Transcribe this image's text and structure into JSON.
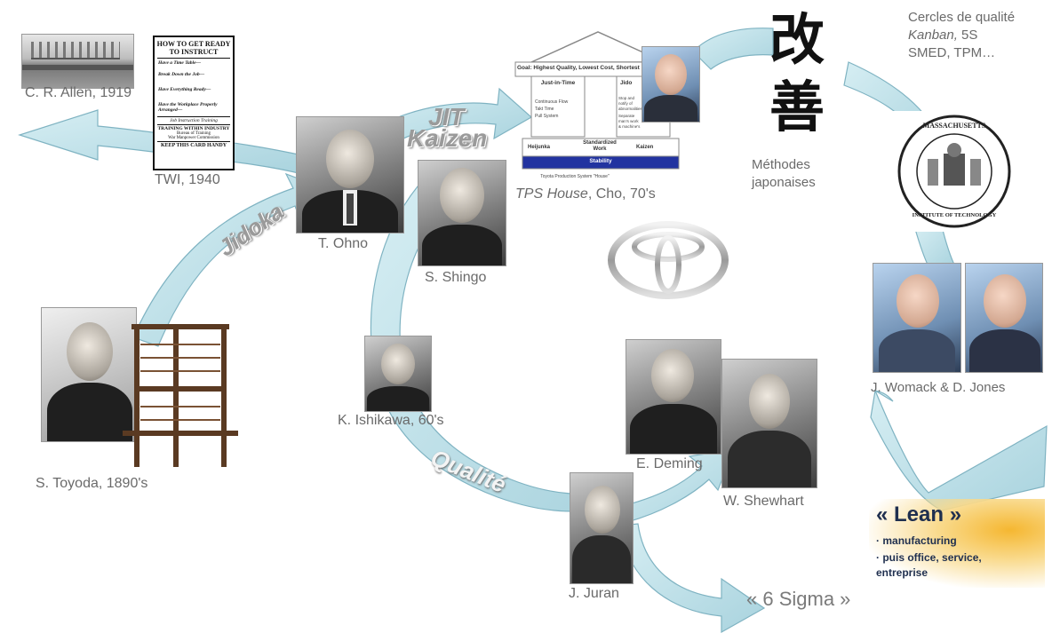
{
  "labels": {
    "allen": "C. R. Allen, 1919",
    "twi": "TWI, 1940",
    "ohno": "T. Ohno",
    "shingo": "S. Shingo",
    "toyoda": "S. Toyoda, 1890's",
    "ishikawa": "K. Ishikawa, 60's",
    "deming": "E. Deming",
    "shewhart": "W. Shewhart",
    "juran": "J. Juran",
    "womack_jones": "J. Womack & D. Jones",
    "tps_house_italic": "TPS House",
    "tps_house_rest": ", Cho, 70's",
    "methodes": "Méthodes japonaises",
    "six_sigma": "« 6 Sigma »"
  },
  "arrow_labels": {
    "jit": "JIT",
    "kaizen": "Kaizen",
    "jidoka": "Jidoka",
    "qualite": "Qualité"
  },
  "cercles": {
    "line1": "Cercles de qualité",
    "line2_italic": "Kanban,",
    "line2_rest": " 5S",
    "line3": "SMED, TPM…"
  },
  "kaizen_kanji": {
    "kai": "改",
    "zen": "善"
  },
  "lean": {
    "title": "« Lean »",
    "items": [
      "manufacturing",
      "puis office, service, entreprise"
    ]
  },
  "twi_card": {
    "title1": "HOW TO GET READY",
    "title2": "TO INSTRUCT",
    "items": [
      "Have a Time Table—",
      "Break Down the Job—",
      "Have Everything Ready—",
      "Have the Workplace Properly Arranged—"
    ],
    "footer1": "Job Instruction Training",
    "footer2": "TRAINING WITHIN INDUSTRY",
    "footer3": "Bureau of Training",
    "footer4": "War Manpower Commission",
    "footer5": "KEEP THIS CARD HANDY"
  },
  "tps": {
    "goal": "Goal: Highest Quality, Lowest Cost, Shortest",
    "jit": "Just-in-Time",
    "jidoka": "Jido",
    "jit_items": [
      "Continuous Flow",
      "Takt Time",
      "Pull System"
    ],
    "jidoka_items": [
      "Stop and notify of abnormalities",
      "Separate man's work & machine's work"
    ],
    "heijunka": "Heijunka",
    "standardized": "Standardized Work",
    "kaizen": "Kaizen",
    "stability": "Stability",
    "caption": "Toyota Production System \"House\""
  },
  "mit_seal": {
    "top": "MASSACHUSETTS",
    "bottom": "INSTITUTE OF TECHNOLOGY"
  },
  "colors": {
    "arrow_fill": "#bfe0e8",
    "arrow_stroke": "#7fb3c2",
    "caption": "#6a6a6a",
    "lean_title": "#1f2f4f",
    "lean_glow": "#f5b731"
  }
}
